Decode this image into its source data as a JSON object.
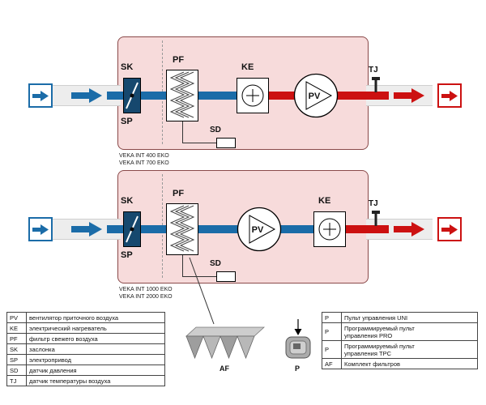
{
  "units": [
    {
      "component_labels": {
        "sk": "SK",
        "sp": "SP",
        "pf": "PF",
        "ke": "KE",
        "pv": "PV",
        "sd": "SD",
        "tj": "TJ"
      },
      "models": [
        "VEKA INT 400 EKO",
        "VEKA INT 700 EKO"
      ]
    },
    {
      "component_labels": {
        "sk": "SK",
        "sp": "SP",
        "pf": "PF",
        "ke": "KE",
        "pv": "PV",
        "sd": "SD",
        "tj": "TJ"
      },
      "models": [
        "VEKA INT 1000 EKO",
        "VEKA INT 2000 EKO"
      ]
    }
  ],
  "legend_components": [
    {
      "abbr": "PV",
      "desc": "вентилятор приточного воздуха"
    },
    {
      "abbr": "KE",
      "desc": "электрический нагреватель"
    },
    {
      "abbr": "PF",
      "desc": "фильтр свежего воздуха"
    },
    {
      "abbr": "SK",
      "desc": "заслонка"
    },
    {
      "abbr": "SP",
      "desc": "электропривод"
    },
    {
      "abbr": "SD",
      "desc": "датчик давления"
    },
    {
      "abbr": "TJ",
      "desc": "датчик температуры воздуха"
    }
  ],
  "legend_accessories": [
    {
      "abbr": "P",
      "desc": "Пульт управления UNI"
    },
    {
      "abbr": "P",
      "desc": "Программируемый пульт\nуправления PRO"
    },
    {
      "abbr": "P",
      "desc": "Программируемый пульт\nуправления TPC"
    },
    {
      "abbr": "AF",
      "desc": "Комплект фильтров"
    }
  ],
  "illustrations": {
    "filter_label": "AF",
    "panel_label": "P"
  },
  "colors": {
    "supply_air": "#1b6ca8",
    "heated_air": "#cc1111",
    "casing_fill": "#f7dbdb"
  }
}
